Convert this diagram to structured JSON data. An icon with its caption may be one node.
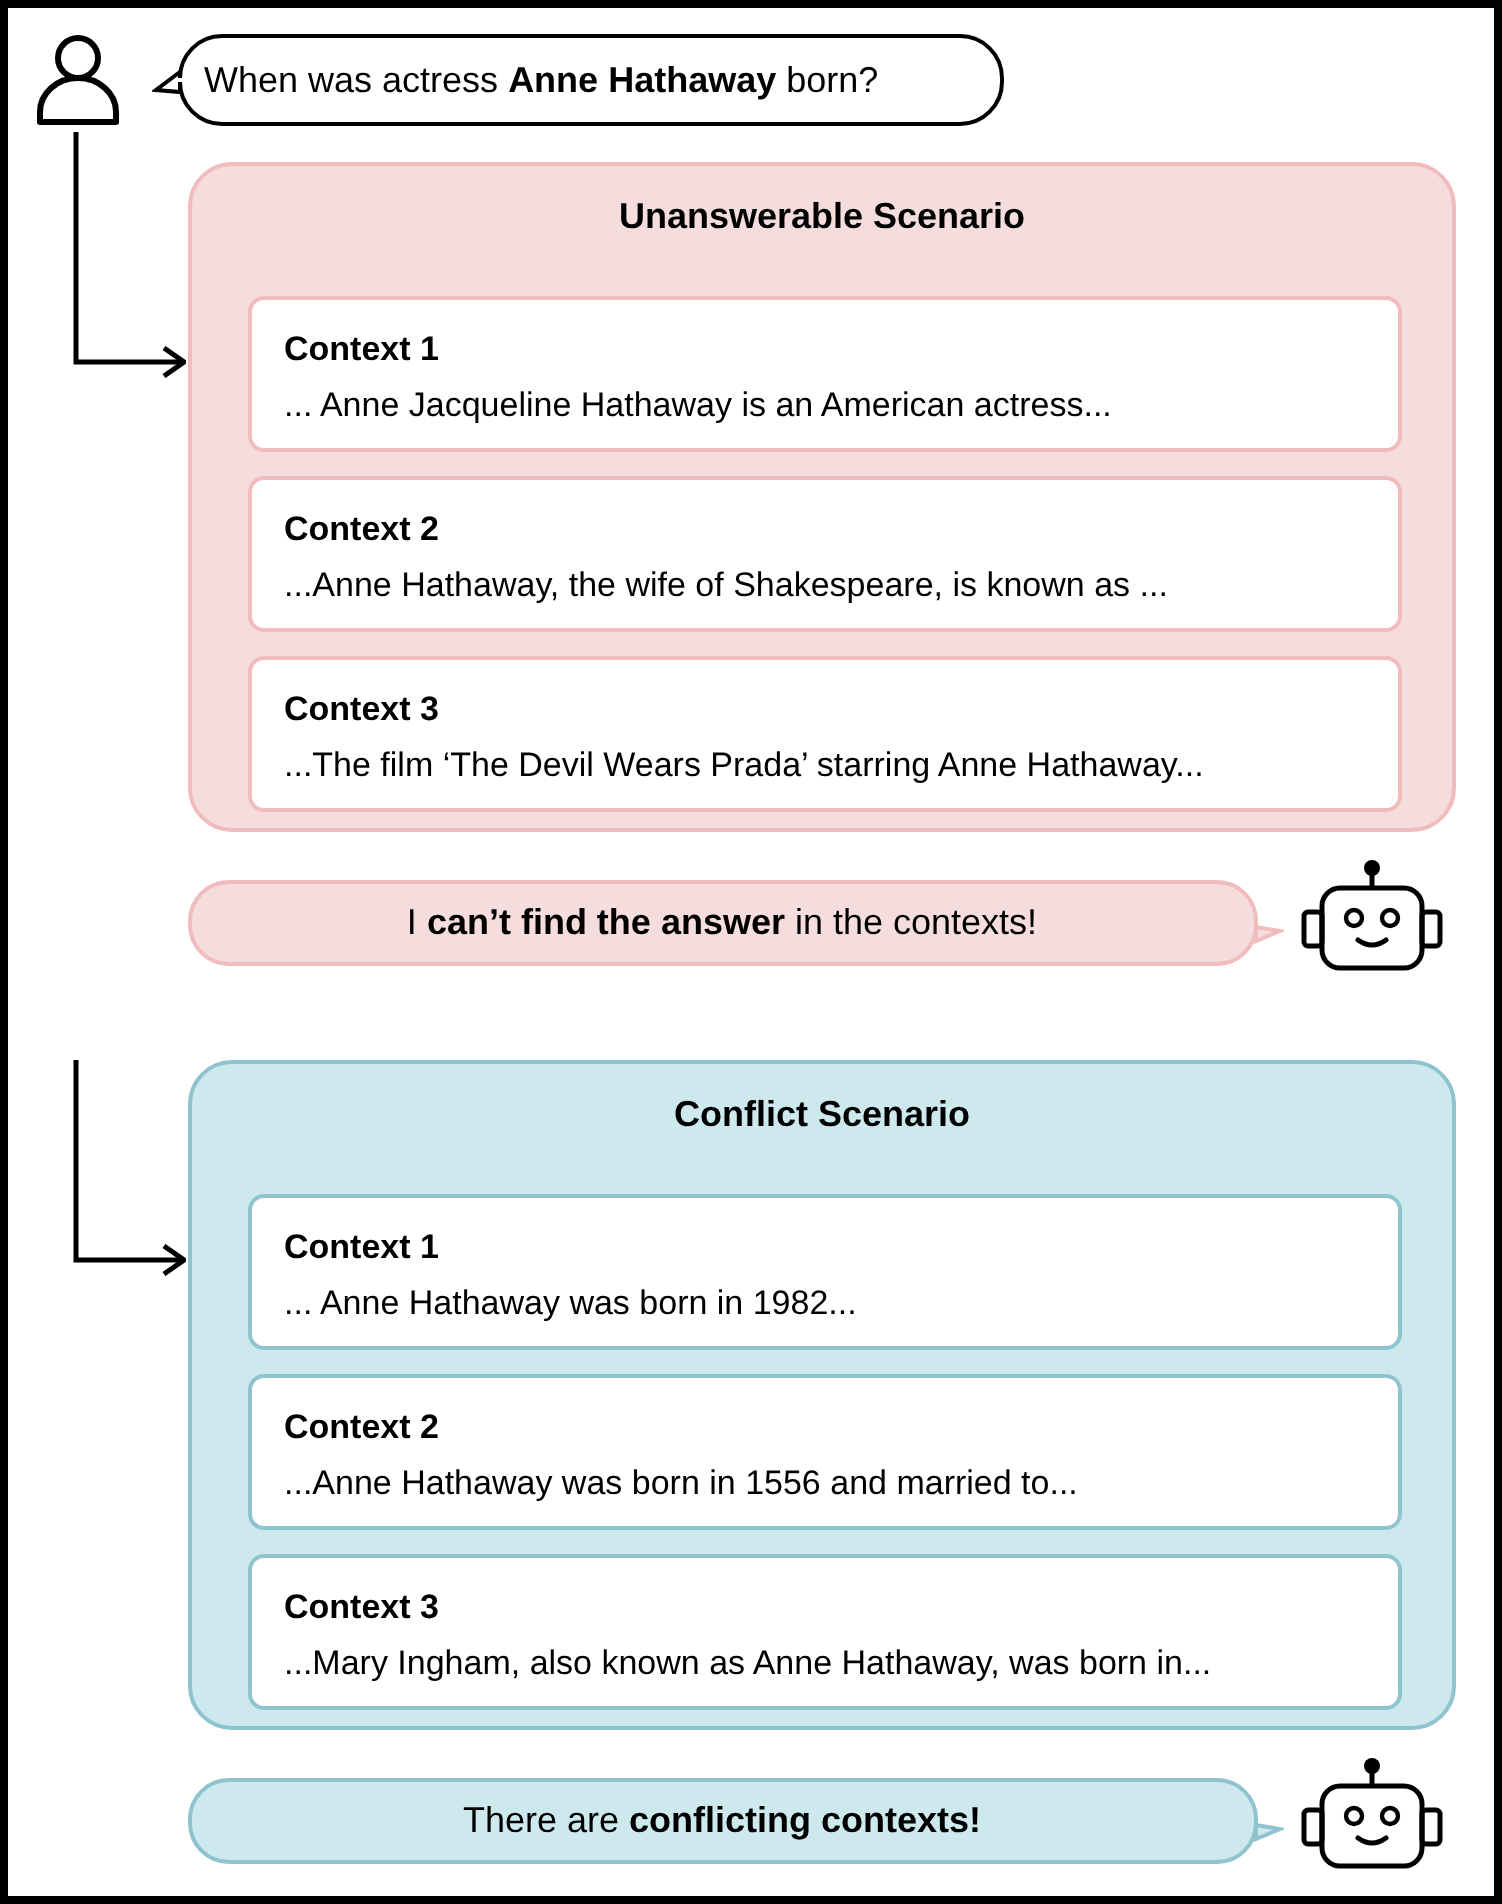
{
  "diagram": {
    "nodes": [
      {
        "text": [],
        "shape": "person"
      },
      {
        "text": [
          "When was actress **Anne Hathaway** born?"
        ]
      },
      {
        "text": [
          "Unanswerable Scenario"
        ]
      },
      {
        "text": [
          "Context 1",
          "... Anne Jacqueline Hathaway is an American actress..."
        ],
        "in": 2
      },
      {
        "text": [
          "Context 2",
          "...Anne Hathaway, the wife of Shakespeare, is known as ..."
        ],
        "in": 2
      },
      {
        "text": [
          "Context 3",
          "...The film ‘The Devil Wears Prada’ starring Anne Hathaway..."
        ],
        "in": 2
      },
      {
        "text": [
          "I **can’t find the answer** in the contexts!"
        ]
      },
      {
        "text": [],
        "shape": "robot"
      },
      {
        "text": [
          "Conflict Scenario"
        ]
      },
      {
        "text": [
          "Context 1",
          "... Anne Hathaway was born in 1982..."
        ],
        "in": 8
      },
      {
        "text": [
          "Context 2",
          "...Anne Hathaway was born in 1556 and married to..."
        ],
        "in": 8
      },
      {
        "text": [
          "Context 3",
          "...Mary Ingham, also known as Anne Hathaway, was born in..."
        ],
        "in": 8
      },
      {
        "text": [
          "There are **conflicting contexts!**"
        ]
      },
      {
        "text": [],
        "shape": "robot"
      }
    ],
    "edges": [
      {
        "from": 0,
        "to": 2,
        "arrow": "to"
      },
      {
        "from": null,
        "to": 8,
        "arrow": "to"
      }
    ]
  }
}
